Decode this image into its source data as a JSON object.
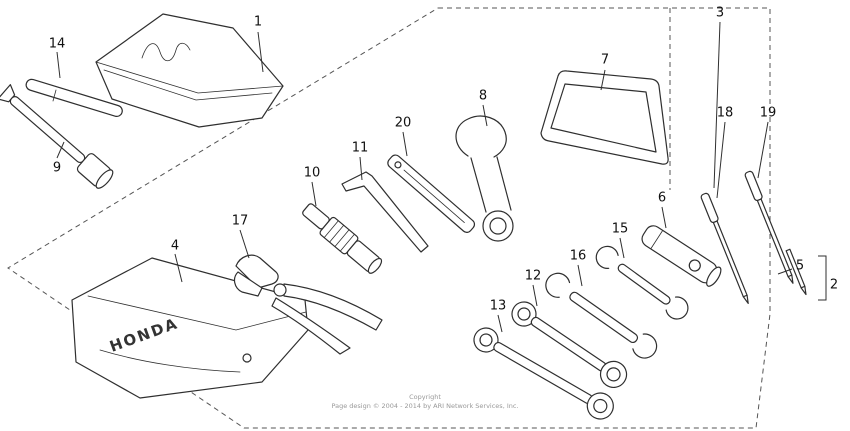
{
  "diagram": {
    "parts": [
      "1",
      "2",
      "3",
      "4",
      "5",
      "6",
      "7",
      "8",
      "9",
      "10",
      "11",
      "12",
      "13",
      "14",
      "15",
      "16",
      "17",
      "18",
      "19",
      "20"
    ],
    "bag_brand": "HONDA",
    "footer": {
      "line1": "Copyright",
      "line2": "Page design © 2004 - 2014 by ARI Network Services, Inc."
    },
    "colors": {
      "line": "#2f2f2f",
      "dash": "#555555",
      "footer_text": "#999999",
      "background": "#ffffff"
    }
  }
}
